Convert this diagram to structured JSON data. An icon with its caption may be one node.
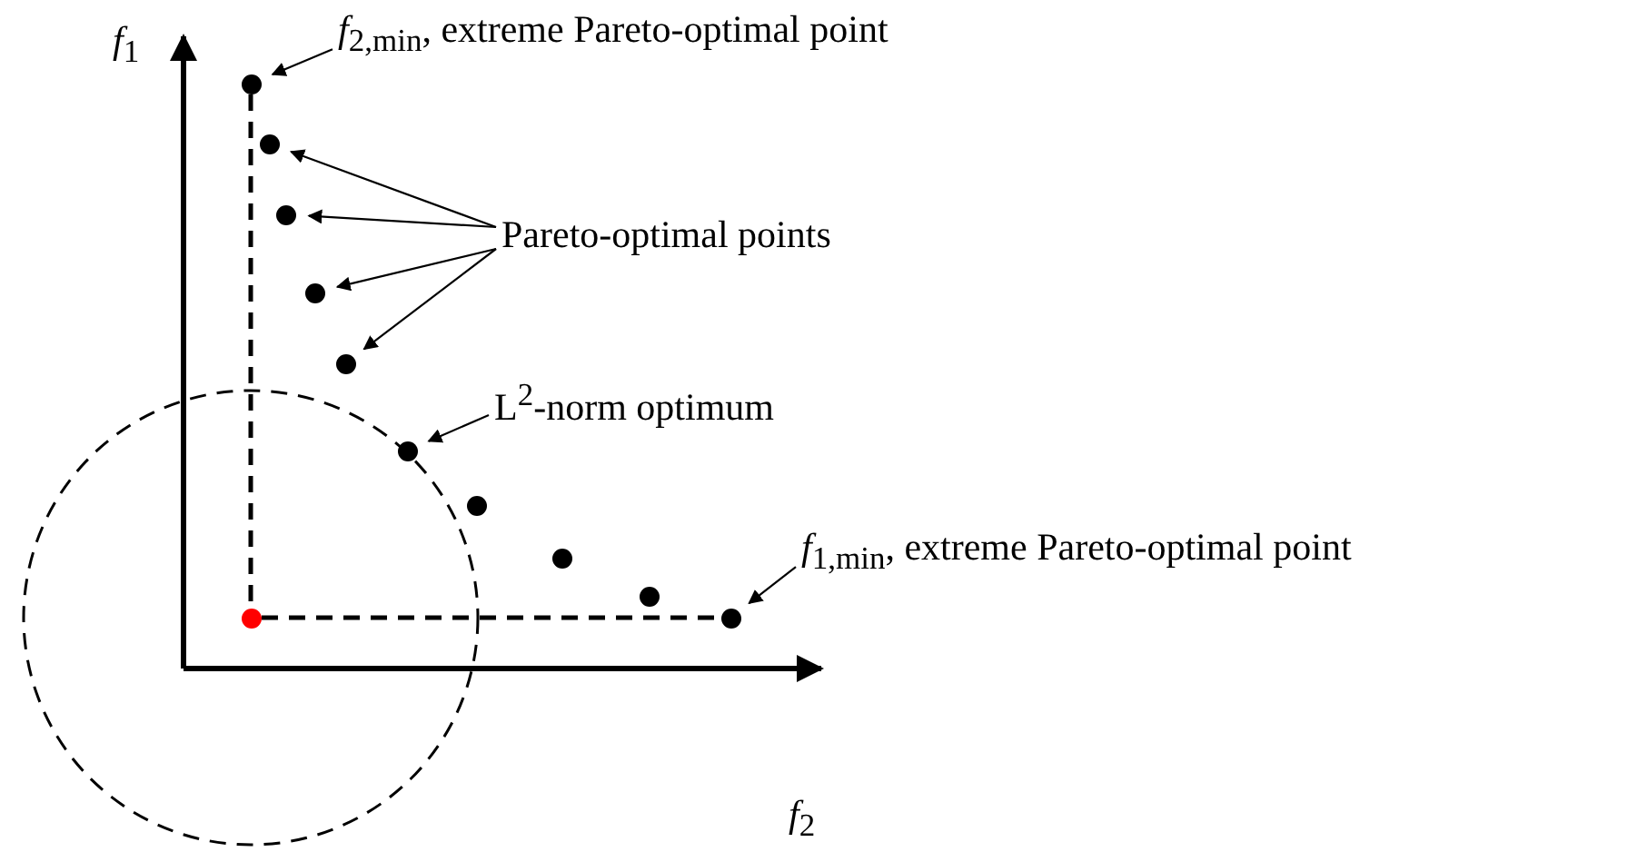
{
  "diagram": {
    "nodes": [
      {
        "text": [
          "*f*$_{2,min}$, extreme Pareto-optimal point"
        ]
      },
      {
        "text": [
          "Pareto-optimal points"
        ]
      },
      {
        "text": [
          "L$^{2}$-norm optimum"
        ]
      },
      {
        "text": [
          "*f*$_{1,min}$, extreme Pareto-optimal point"
        ]
      },
      {
        "text": [],
        "shape": "circle"
      },
      {
        "text": [],
        "shape": "circle"
      },
      {
        "text": [],
        "shape": "circle"
      },
      {
        "text": [],
        "shape": "circle"
      },
      {
        "text": [],
        "shape": "circle"
      },
      {
        "text": [],
        "shape": "circle"
      },
      {
        "text": [],
        "shape": "circle"
      },
      {
        "text": [],
        "shape": "circle"
      },
      {
        "text": [],
        "shape": "circle"
      },
      {
        "text": [],
        "shape": "circle"
      },
      {
        "text": [],
        "shape": "circle"
      }
    ],
    "edges": [
      {
        "from": 0,
        "to": 4,
        "arrow": "to"
      },
      {
        "from": 1,
        "to": 5,
        "arrow": "to"
      },
      {
        "from": 1,
        "to": 6,
        "arrow": "to"
      },
      {
        "from": 1,
        "to": 7,
        "arrow": "to"
      },
      {
        "from": 1,
        "to": 8,
        "arrow": "to"
      },
      {
        "from": 2,
        "to": 9,
        "arrow": "to"
      },
      {
        "from": 3,
        "to": 14,
        "arrow": "to"
      },
      {
        "from": 4,
        "to": 13,
        "arrow": "none",
        "style": "dashed"
      },
      {
        "from": 13,
        "to": 14,
        "arrow": "none",
        "style": "dashed"
      }
    ],
    "labels": [
      "*f*$_{1}$",
      "*f*$_{2}$"
    ]
  }
}
